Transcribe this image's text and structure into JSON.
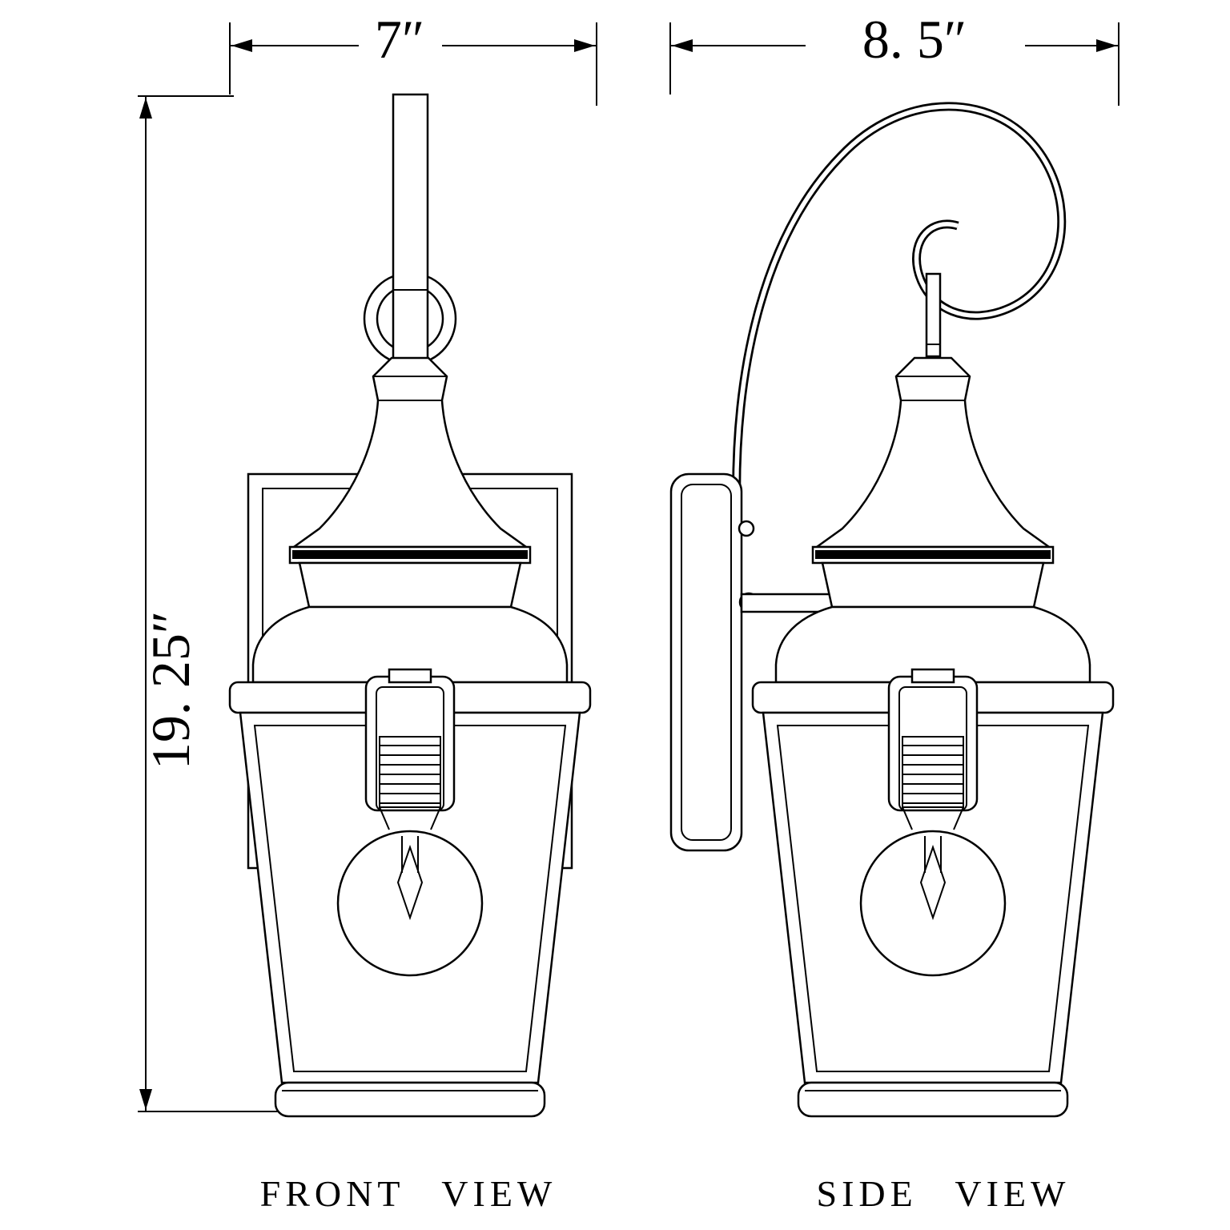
{
  "page": {
    "background": "#ffffff",
    "line_color": "#000000",
    "drawing_type": "wall lantern light fixture dimension diagram"
  },
  "dimensions": {
    "front_width": "7″",
    "overall_height": "19. 25″",
    "side_depth": "8. 5″"
  },
  "views": {
    "front": {
      "label": "FRONT VIEW"
    },
    "side": {
      "label": "SIDE VIEW"
    }
  }
}
